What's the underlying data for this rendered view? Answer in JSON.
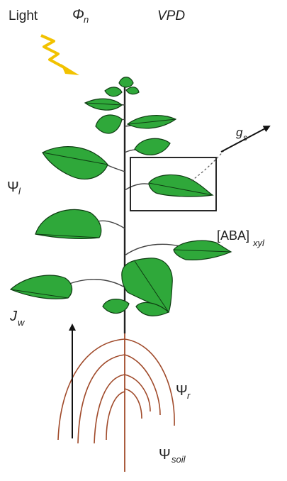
{
  "labels": {
    "light": "Light",
    "phi": "Φ",
    "phi_sub": "n",
    "vpd": "VPD",
    "gs": "g",
    "gs_sub": "s",
    "psi_leaf": "Ψ",
    "psi_leaf_sub": "l",
    "aba": "[ABA]",
    "aba_sub": "xyl",
    "jw": "J",
    "jw_sub": "w",
    "psi_root": "Ψ",
    "psi_root_sub": "r",
    "psi_soil": "Ψ",
    "psi_soil_sub": "soil"
  },
  "colors": {
    "leaf_fill": "#2fa83a",
    "leaf_stroke": "#0e3d12",
    "stem": "#222222",
    "root": "#a04a2a",
    "lightning": "#f2c200",
    "text": "#222222"
  },
  "icons": {
    "sun_bolt": "lightning-bolt-icon",
    "arrow_gs": "arrow-up-right-icon",
    "arrow_flux": "arrow-up-icon"
  }
}
